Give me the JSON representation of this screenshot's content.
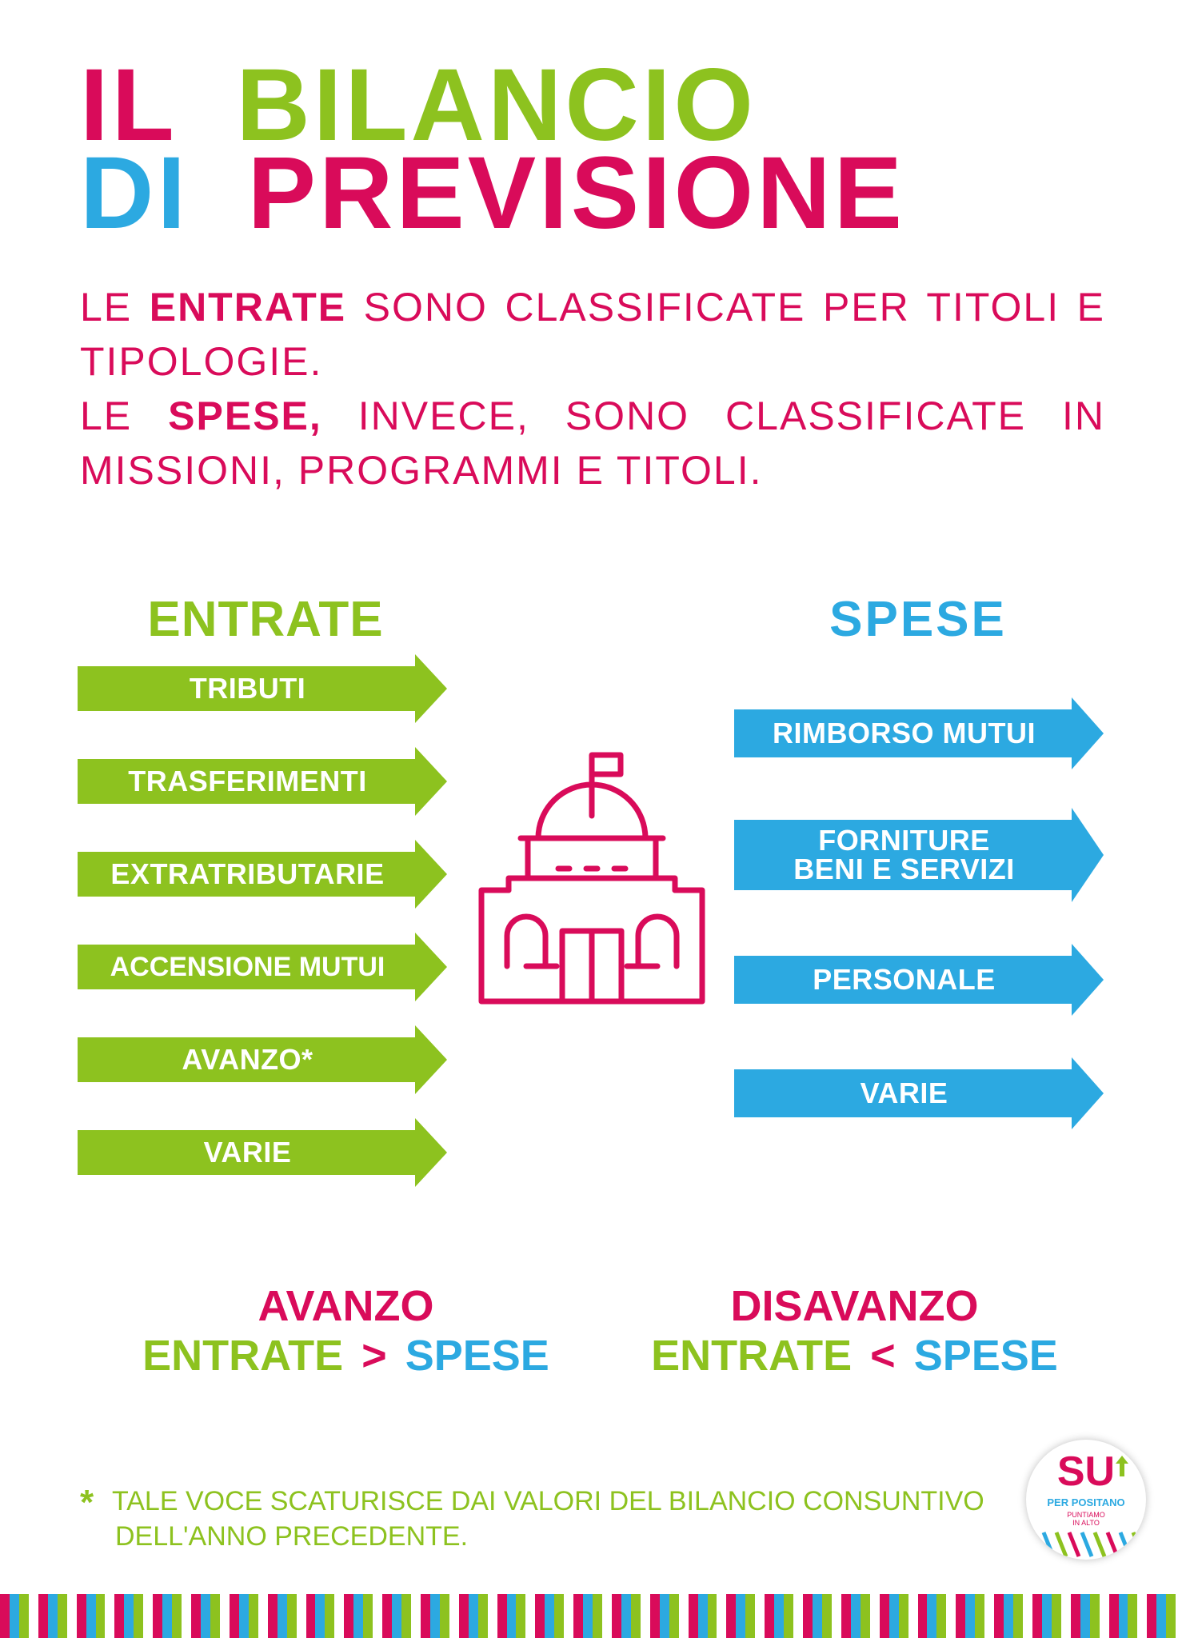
{
  "colors": {
    "pink": "#d90b5a",
    "green": "#8dc21f",
    "blue": "#2ca9e1"
  },
  "title": {
    "line1_part1": "IL",
    "line1_part2": "BILANCIO",
    "line2_part1": "DI",
    "line2_part2": "PREVISIONE"
  },
  "intro": {
    "p1_pre": "LE ",
    "p1_bold": "ENTRATE",
    "p1_post": " SONO CLASSIFICATE PER TITOLI E TIPOLOGIE.",
    "p2_pre": "LE ",
    "p2_bold": "SPESE,",
    "p2_post": " INVECE, SONO CLASSIFICATE IN MISSIONI, PROGRAMMI E TITOLI."
  },
  "entrate": {
    "heading": "ENTRATE",
    "items": [
      "TRIBUTI",
      "TRASFERIMENTI",
      "EXTRATRIBUTARIE",
      "ACCENSIONE MUTUI",
      "AVANZO*",
      "VARIE"
    ]
  },
  "spese": {
    "heading": "SPESE",
    "items": [
      "RIMBORSO MUTUI",
      "FORNITURE",
      "BENI E SERVIZI",
      "PERSONALE",
      "VARIE"
    ]
  },
  "center_icon": "town-hall-icon",
  "formulas": {
    "avanzo": {
      "title": "AVANZO",
      "left": "ENTRATE",
      "op": ">",
      "right": "SPESE"
    },
    "disavanzo": {
      "title": "DISAVANZO",
      "left": "ENTRATE",
      "op": "<",
      "right": "SPESE"
    }
  },
  "footnote": {
    "star": "*",
    "line1": "TALE VOCE SCATURISCE DAI VALORI DEL BILANCIO CONSUNTIVO",
    "line2": "DELL'ANNO PRECEDENTE."
  },
  "logo": {
    "su": "SU",
    "per": "PER POSITANO",
    "tag1": "PUNTIAMO",
    "tag2": "IN ALTO"
  }
}
